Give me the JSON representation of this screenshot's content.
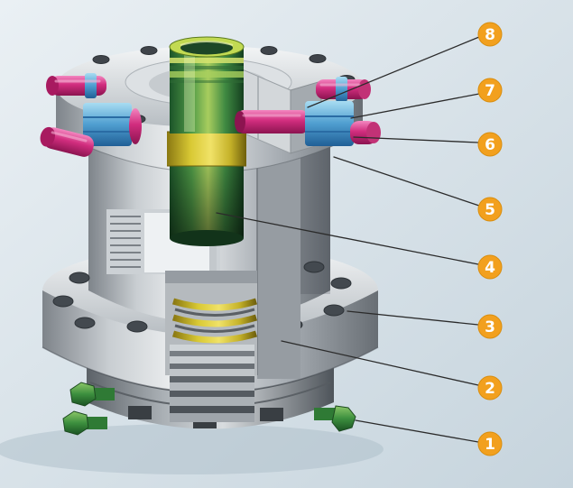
{
  "figure": {
    "kind": "cutaway-part-diagram",
    "background_top": "#eaf0f4",
    "background_bottom": "#c6d4dd"
  },
  "colors": {
    "callout_fill": "#f2a01e",
    "callout_text": "#ffffff",
    "leader_line": "#2b2b2b",
    "metal_light": "#eef0f2",
    "metal_mid": "#b4bac0",
    "metal_dark": "#6d7378",
    "mandrel_green": "#4f9a47",
    "band_yellow": "#e3d44a",
    "seal_yellow": "#d9c934",
    "lockscrew_pink": "#d12d7e",
    "gland_blue": "#4f9ed0",
    "bolt_green": "#3c8f3e"
  },
  "callouts": [
    {
      "label": "8"
    },
    {
      "label": "7"
    },
    {
      "label": "6"
    },
    {
      "label": "5"
    },
    {
      "label": "4"
    },
    {
      "label": "3"
    },
    {
      "label": "2"
    },
    {
      "label": "1"
    }
  ]
}
